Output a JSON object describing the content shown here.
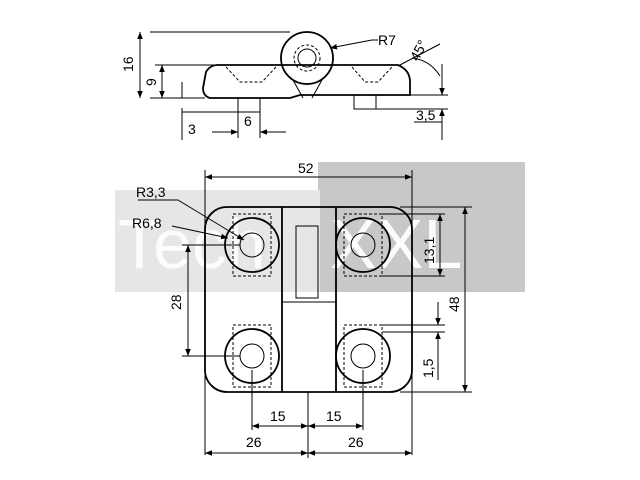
{
  "watermark": {
    "left_text": "Tech",
    "right_text": "XXL",
    "panel_color": "#c8c8c8",
    "text_color": "#ffffff"
  },
  "side_view": {
    "height_total": "16",
    "height_body": "9",
    "radius_knuckle": "R7",
    "angle": "45°",
    "dim_3": "3",
    "dim_6": "6",
    "dim_3_5": "3,5"
  },
  "top_view": {
    "width": "52",
    "hole_radius": "R3,3",
    "counterbore_radius": "R6,8",
    "hole_spacing_vertical": "28",
    "height": "48",
    "dim_13_1": "13,1",
    "dim_1_5": "1,5",
    "dim_15_left": "15",
    "dim_15_right": "15",
    "dim_26_left": "26",
    "dim_26_right": "26"
  }
}
